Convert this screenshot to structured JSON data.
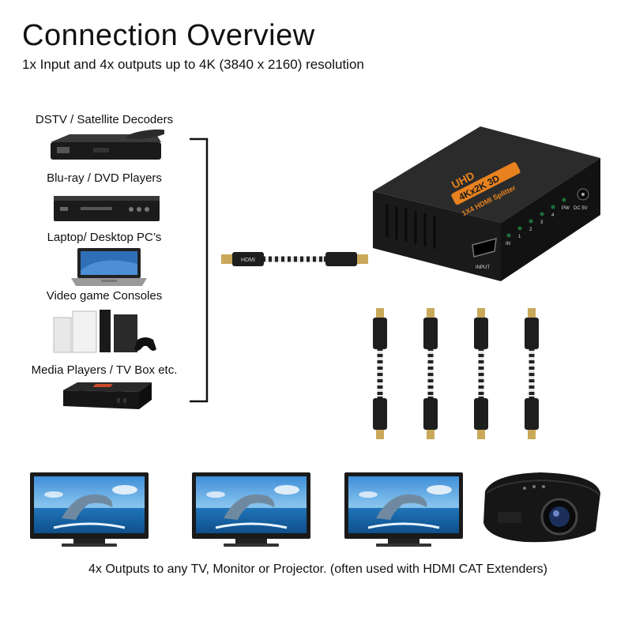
{
  "title": "Connection Overview",
  "subtitle": "1x Input and 4x outputs up to 4K (3840 x 2160) resolution",
  "sources": [
    {
      "label": "DSTV / Satellite Decoders",
      "icon": "satellite-decoder-icon"
    },
    {
      "label": "Blu-ray / DVD Players",
      "icon": "dvd-player-icon"
    },
    {
      "label": "Laptop/ Desktop PC’s",
      "icon": "laptop-icon"
    },
    {
      "label": "Video game Consoles",
      "icon": "game-console-icon"
    },
    {
      "label": "Media Players / TV Box etc.",
      "icon": "tv-box-icon"
    }
  ],
  "splitter": {
    "brand": "UHD",
    "spec": "4Kx2K 3D",
    "model": "1X4 HDMI Splitter",
    "input_label": "INPUT",
    "port_labels": [
      "IN",
      "1",
      "2",
      "3",
      "4",
      "PW"
    ],
    "dc_label": "DC 5V"
  },
  "cable_label": "HDMI",
  "footer": "4x Outputs to any TV, Monitor or Projector. (often used with HDMI CAT Extenders)",
  "colors": {
    "splitter_body": "#1c1c1c",
    "splitter_accent": "#e8821e",
    "cable_gold": "#c9a85a"
  }
}
